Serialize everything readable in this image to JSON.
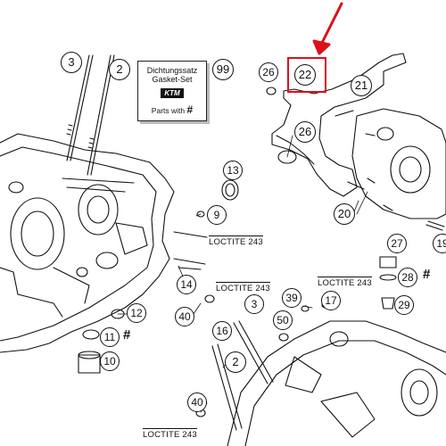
{
  "colors": {
    "line": "#111111",
    "highlight": "#d9121b",
    "paper": "#ffffff"
  },
  "gasket_card": {
    "title_de": "Dichtungssatz",
    "title_en": "Gasket-Set",
    "logo": "KTM",
    "parts_with": "Parts with",
    "hash": "#"
  },
  "loctite_labels": [
    "LOCTITE 243",
    "LOCTITE 243",
    "LOCTITE 243",
    "LOCTITE 243"
  ],
  "highlighted_part": "22",
  "callouts": {
    "c3a": "3",
    "c2a": "2",
    "c99": "99",
    "c26a": "26",
    "c22": "22",
    "c21": "21",
    "c26b": "26",
    "c13": "13",
    "c9": "9",
    "c20": "20",
    "c19": "19",
    "c27": "27",
    "c28": "28",
    "c14": "14",
    "c12": "12",
    "c11": "11",
    "c10": "10",
    "c40a": "40",
    "c39": "39",
    "c17": "17",
    "c29": "29",
    "c50": "50",
    "c16": "16",
    "c3b": "3",
    "c2b": "2",
    "c40b": "40"
  },
  "hash_marks": {
    "h28": "#",
    "h11": "#"
  }
}
